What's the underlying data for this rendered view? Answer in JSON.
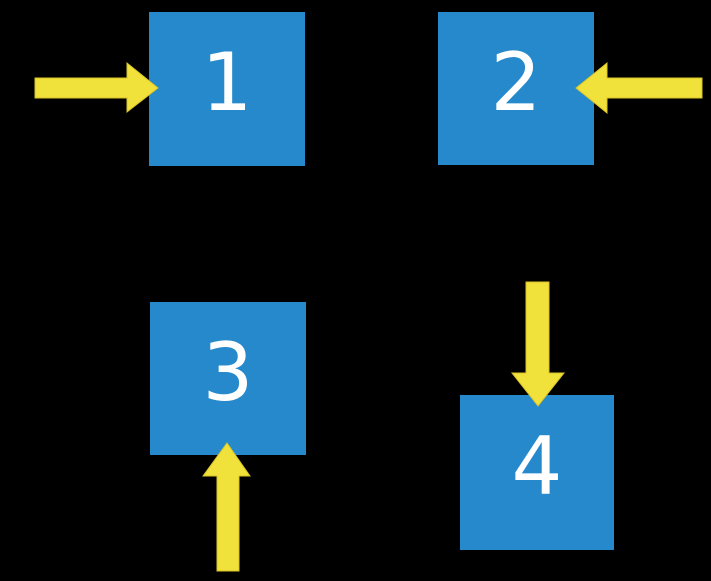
{
  "figure": {
    "description": "Four numbered blue squares on a black background, each indicated by a yellow arrow",
    "background_color": "#000000",
    "box_color": "#2589CC",
    "arrow_color": "#F1E13B",
    "label_color": "#FFFFFF"
  },
  "boxes": [
    {
      "label": "1",
      "arrow_direction": "right",
      "arrow_icon": "arrow-right-icon",
      "position": "top-left"
    },
    {
      "label": "2",
      "arrow_direction": "left",
      "arrow_icon": "arrow-left-icon",
      "position": "top-right"
    },
    {
      "label": "3",
      "arrow_direction": "up",
      "arrow_icon": "arrow-up-icon",
      "position": "bottom-left"
    },
    {
      "label": "4",
      "arrow_direction": "down",
      "arrow_icon": "arrow-down-icon",
      "position": "bottom-right"
    }
  ]
}
